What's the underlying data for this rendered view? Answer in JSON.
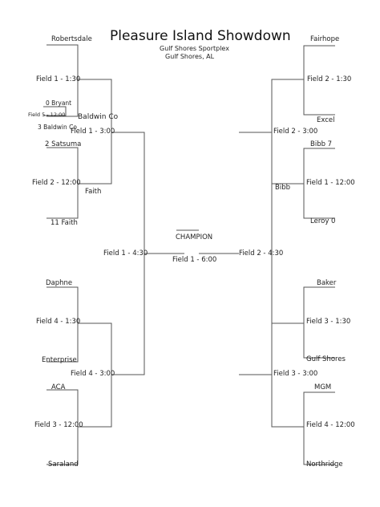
{
  "header": {
    "title": "Pleasure Island Showdown",
    "venue": "Gulf Shores Sportplex",
    "location": "Gulf Shores, AL"
  },
  "left": {
    "r1": [
      "Robertsdale",
      "0 Bryant",
      "Baldwin Co",
      "3 Baldwin Co",
      "2 Satsuma",
      "11 Faith",
      "Daphne",
      "Enterprise",
      "ACA",
      "Saraland"
    ],
    "r2": [
      "Faith"
    ],
    "games": [
      "Field 1 - 1:30",
      "Field 5 - 12:00",
      "Field 2 - 12:00",
      "Field 4 - 1:30",
      "Field 3 - 12:00",
      "Field 1 - 3:00",
      "Field 4 - 3:00",
      "Field 1 - 4:30"
    ]
  },
  "right": {
    "r1": [
      "Fairhope",
      "Excel",
      "Bibb 7",
      "Leroy 0",
      "Baker",
      "Gulf Shores",
      "MGM",
      "Northridge"
    ],
    "r2": [
      "Bibb"
    ],
    "games": [
      "Field 2 - 1:30",
      "Field 1 - 12:00",
      "Field 3 - 1:30",
      "Field 4 - 12:00",
      "Field 2 - 3:00",
      "Field 3 - 3:00",
      "Field 2 - 4:30"
    ]
  },
  "final": {
    "champion_label": "CHAMPION",
    "game": "Field 1 - 6:00"
  }
}
